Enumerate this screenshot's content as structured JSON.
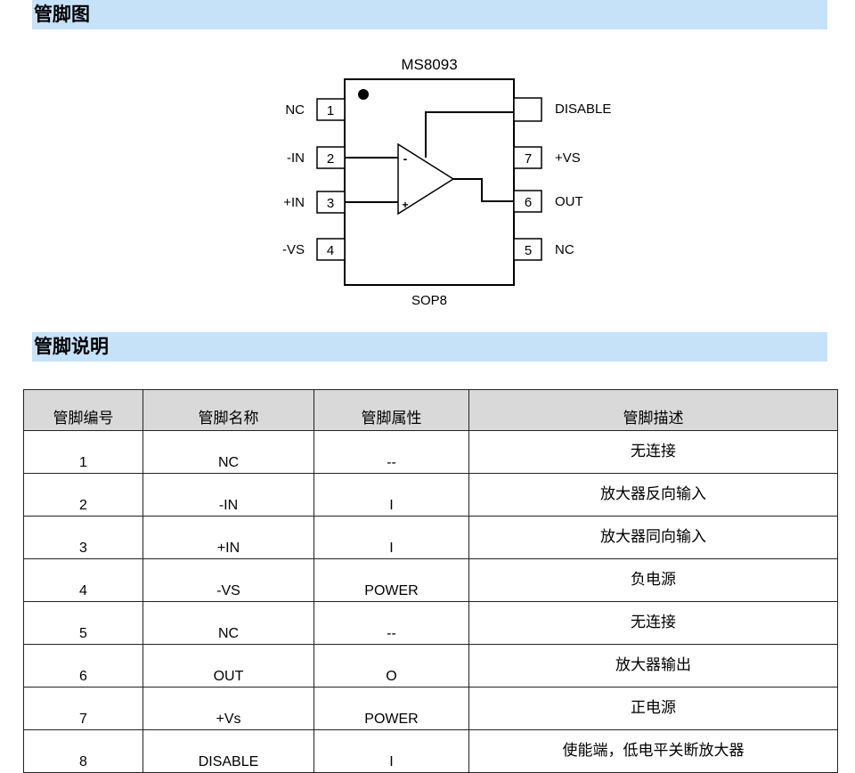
{
  "sections": {
    "pinout_title": "管脚图",
    "description_title": "管脚说明"
  },
  "diagram": {
    "chip_name": "MS8093",
    "package": "SOP8",
    "minus_sign": "-",
    "plus_sign": "+",
    "left_pins": [
      {
        "number": "1",
        "name": "NC"
      },
      {
        "number": "2",
        "name": "-IN"
      },
      {
        "number": "3",
        "name": "+IN"
      },
      {
        "number": "4",
        "name": "-VS"
      }
    ],
    "right_pins": [
      {
        "number": "",
        "name": "DISABLE"
      },
      {
        "number": "7",
        "name": "+VS"
      },
      {
        "number": "6",
        "name": "OUT"
      },
      {
        "number": "5",
        "name": "NC"
      }
    ]
  },
  "table": {
    "headers": [
      "管脚编号",
      "管脚名称",
      "管脚属性",
      "管脚描述"
    ],
    "rows": [
      [
        "1",
        "NC",
        "--",
        "无连接"
      ],
      [
        "2",
        "-IN",
        "I",
        "放大器反向输入"
      ],
      [
        "3",
        "+IN",
        "I",
        "放大器同向输入"
      ],
      [
        "4",
        "-VS",
        "POWER",
        "负电源"
      ],
      [
        "5",
        "NC",
        "--",
        "无连接"
      ],
      [
        "6",
        "OUT",
        "O",
        "放大器输出"
      ],
      [
        "7",
        "+Vs",
        "POWER",
        "正电源"
      ],
      [
        "8",
        "DISABLE",
        "I",
        "使能端，低电平关断放大器"
      ]
    ]
  }
}
